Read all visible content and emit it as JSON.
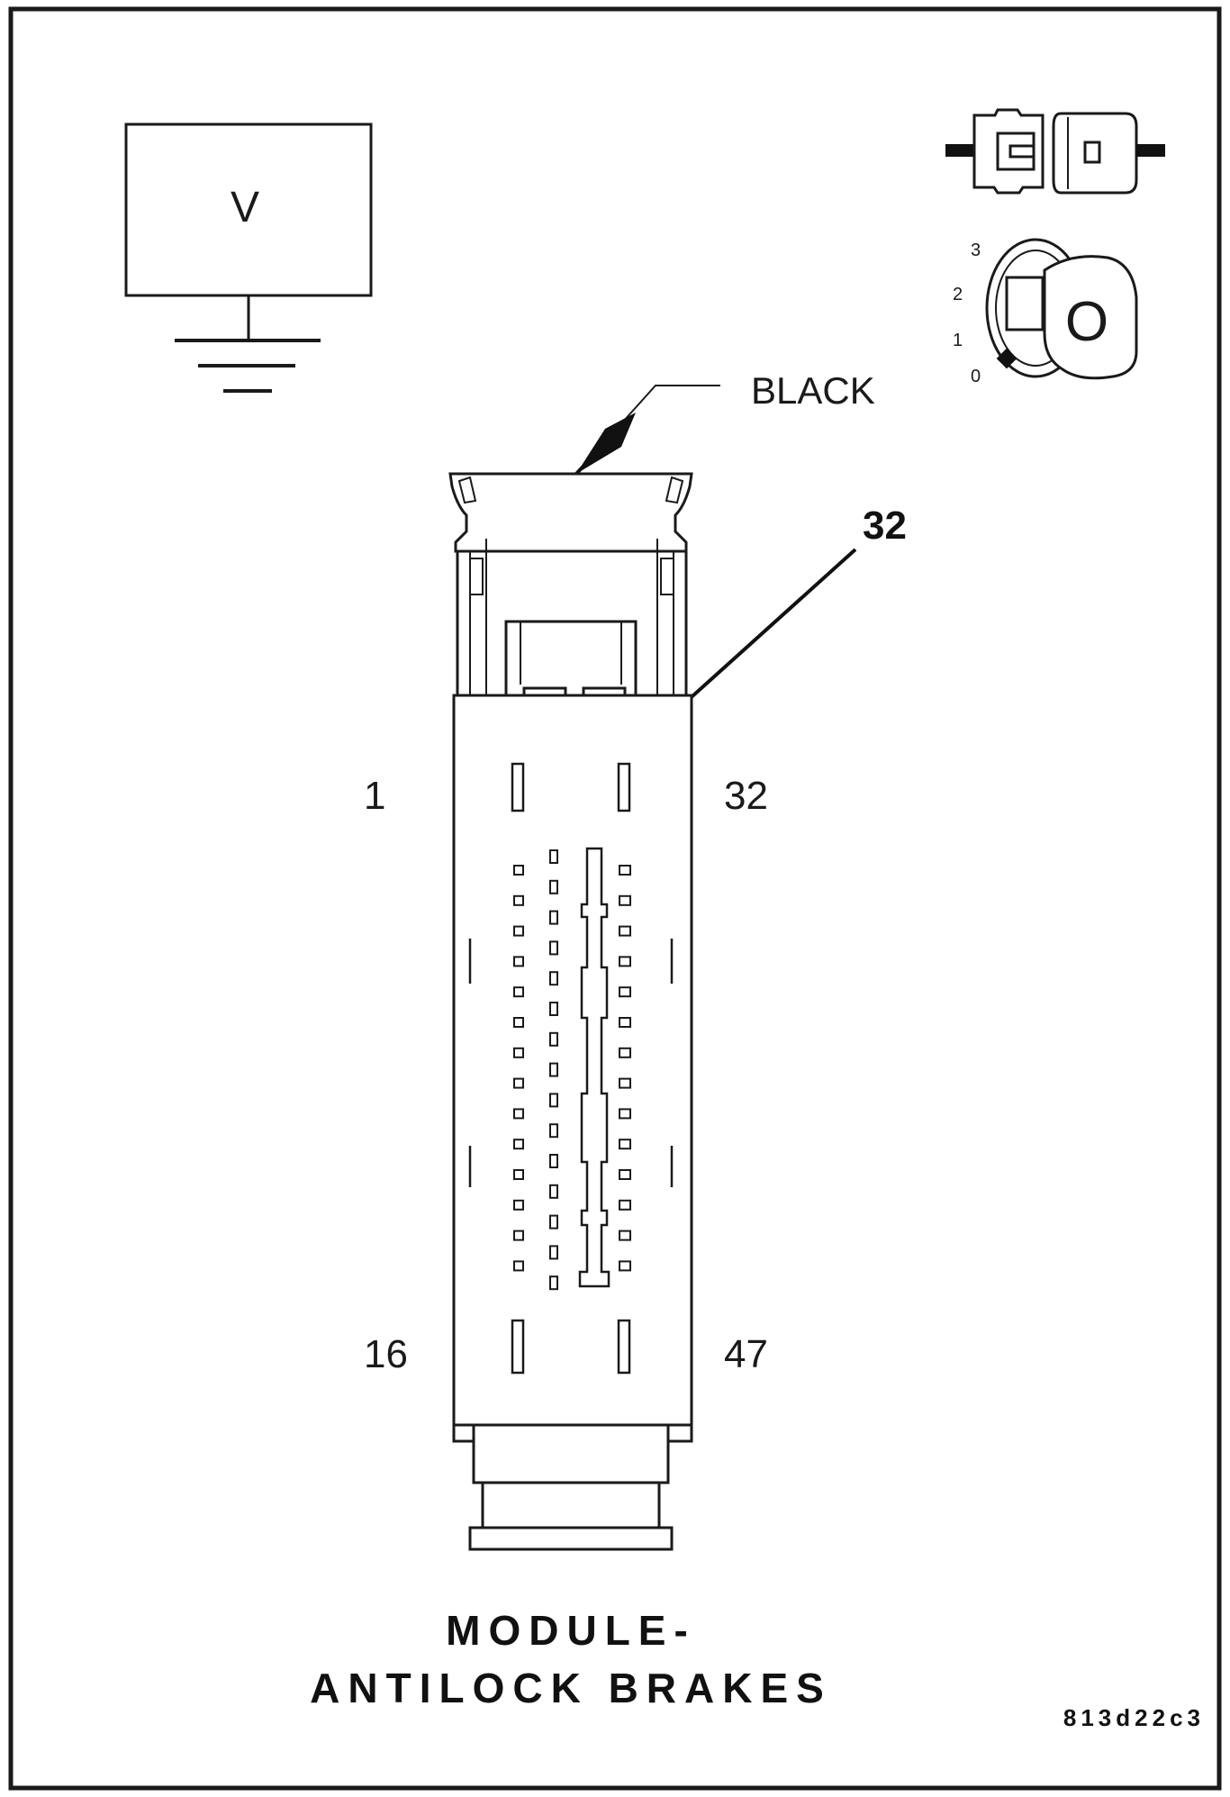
{
  "meter": {
    "symbol": "V"
  },
  "ignition": {
    "positions": [
      "3",
      "2",
      "1",
      "0"
    ],
    "key_glyph": "O"
  },
  "connector": {
    "color_label": "BLACK",
    "callout_pin": "32",
    "corner_labels": {
      "top_left": "1",
      "top_right": "32",
      "bottom_left": "16",
      "bottom_right": "47"
    }
  },
  "title": {
    "line1": "MODULE-",
    "line2": "ANTILOCK BRAKES"
  },
  "figure_id": "813d22c3"
}
